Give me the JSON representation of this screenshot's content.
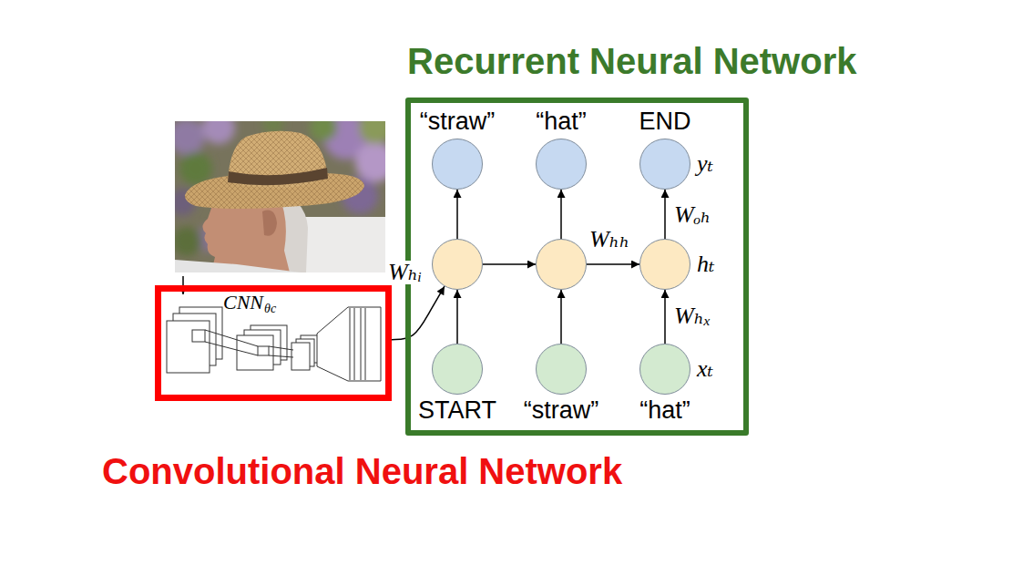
{
  "diagram": {
    "nodes": [
      {
        "text": [
          "Recurrent Neural Network"
        ]
      },
      {
        "text": [
          "“straw”"
        ],
        "in": 0
      },
      {
        "text": [
          "“hat”"
        ],
        "in": 0
      },
      {
        "text": [
          "END",
          "yₜ"
        ],
        "in": 0
      },
      {
        "text": [],
        "in": 0
      },
      {
        "text": [],
        "in": 0
      },
      {
        "text": [
          "hₜ"
        ],
        "in": 0
      },
      {
        "text": [
          "START"
        ],
        "in": 0
      },
      {
        "text": [
          "“straw”"
        ],
        "in": 0
      },
      {
        "text": [
          "“hat”",
          "xₜ"
        ],
        "in": 0
      },
      {
        "text": [
          "CNN",
          "θc",
          "Convolutional Neural Network"
        ]
      }
    ],
    "edges": [
      {
        "from": 10,
        "to": 4,
        "arrow": "to",
        "label": "Wₕᵢ"
      },
      {
        "from": 4,
        "to": 1,
        "arrow": "to"
      },
      {
        "from": 5,
        "to": 2,
        "arrow": "to"
      },
      {
        "from": 6,
        "to": 3,
        "arrow": "to",
        "label": "Wₒₕ"
      },
      {
        "from": 4,
        "to": 5,
        "arrow": "to"
      },
      {
        "from": 5,
        "to": 6,
        "arrow": "to",
        "label": "Wₕₕ"
      },
      {
        "from": 7,
        "to": 4,
        "arrow": "to"
      },
      {
        "from": 8,
        "to": 5,
        "arrow": "to"
      },
      {
        "from": 9,
        "to": 6,
        "arrow": "to",
        "label": "Wₕₓ"
      }
    ]
  }
}
